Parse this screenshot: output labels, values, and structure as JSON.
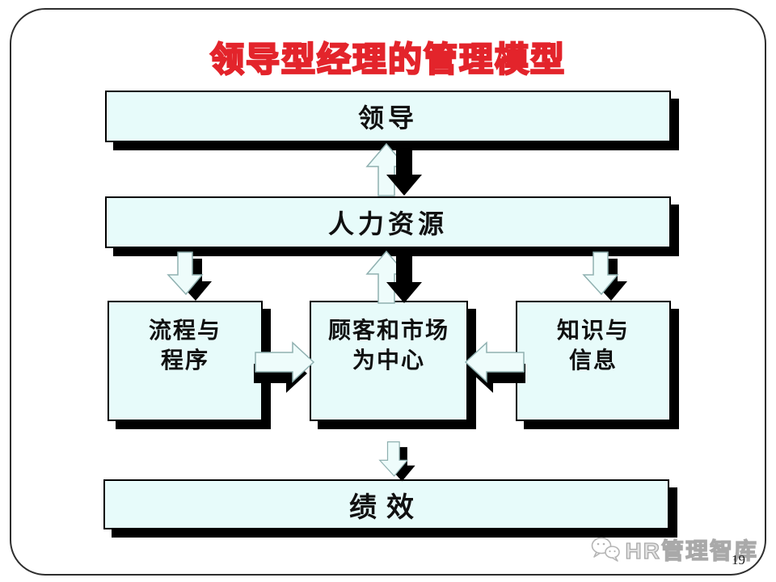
{
  "slide": {
    "title": "领导型经理的管理模型",
    "page_number": "19",
    "watermark_text": "HR管理智库"
  },
  "colors": {
    "title_red": "#e3242b",
    "box_fill": "#e7fbfa",
    "box_border": "#000000",
    "box_shadow": "#000000",
    "slide_border": "#2e2e2e",
    "watermark_gray": "#a9a9a9"
  },
  "icons": {
    "watermark": "wechat-icon",
    "connector_up": "arrow-up-icon",
    "connector_down": "arrow-down-icon",
    "connector_left": "arrow-left-icon",
    "connector_right": "arrow-right-icon"
  },
  "diagram": {
    "nodes": [
      {
        "id": "leadership",
        "lines": [
          "领导"
        ]
      },
      {
        "id": "human-resources",
        "lines": [
          "人力资源"
        ]
      },
      {
        "id": "process-and-procedures",
        "lines": [
          "流程与",
          "程序"
        ]
      },
      {
        "id": "customer-and-market-center",
        "lines": [
          "顾客和市场",
          "为中心"
        ]
      },
      {
        "id": "knowledge-and-information",
        "lines": [
          "知识与",
          "信息"
        ]
      },
      {
        "id": "performance",
        "lines": [
          "绩效"
        ]
      }
    ],
    "connectors": [
      {
        "from": "leadership",
        "to": "human-resources",
        "type": "two-way-vertical"
      },
      {
        "from": "human-resources",
        "to": "process-and-procedures",
        "type": "down"
      },
      {
        "from": "human-resources",
        "to": "customer-and-market-center",
        "type": "two-way-vertical"
      },
      {
        "from": "human-resources",
        "to": "knowledge-and-information",
        "type": "down"
      },
      {
        "from": "process-and-procedures",
        "to": "customer-and-market-center",
        "type": "two-way-horizontal"
      },
      {
        "from": "customer-and-market-center",
        "to": "knowledge-and-information",
        "type": "two-way-horizontal"
      },
      {
        "from": "customer-and-market-center",
        "to": "performance",
        "type": "down"
      }
    ]
  }
}
